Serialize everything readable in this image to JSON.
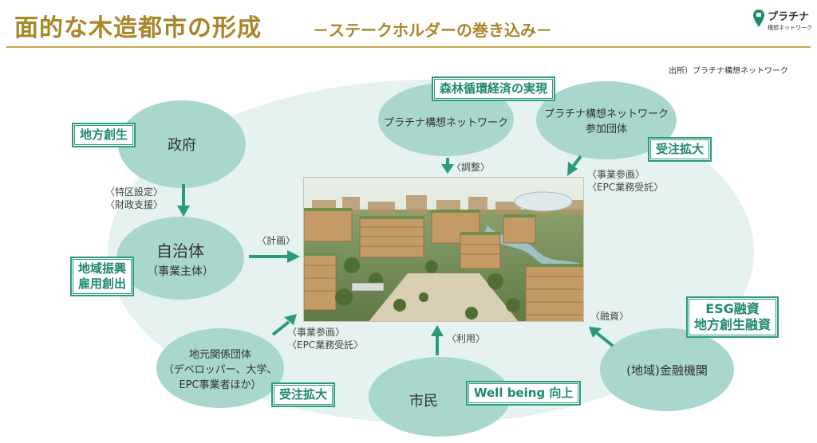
{
  "header": {
    "title": "面的な木造都市の形成",
    "subtitle": "－ステークホルダーの巻き込み－"
  },
  "logo": {
    "name": "プラチナ",
    "sub": "構想ネットワーク"
  },
  "source": "出所）プラチナ構想ネットワーク",
  "nodes": {
    "government": "政府",
    "municipality": "自治体",
    "municipality_sub": "（事業主体）",
    "platinum_network": "プラチナ構想ネットワーク",
    "member_orgs_line1": "プラチナ構想ネットワーク",
    "member_orgs_line2": "参加団体",
    "local_orgs_line1": "地元関係団体",
    "local_orgs_line2": "（デベロッパー、大学、",
    "local_orgs_line3": "EPC事業者ほか）",
    "citizens": "市民",
    "finance": "(地域)金融機関"
  },
  "tags": {
    "forest_economy": "森林循環経済の実現",
    "regional_revitalization": "地方創生",
    "regional_promotion_line1": "地域振興",
    "regional_promotion_line2": "雇用創出",
    "order_expansion_top": "受注拡大",
    "order_expansion_bottom": "受注拡大",
    "well_being": "Well being 向上",
    "esg_line1": "ESG融資",
    "esg_line2": "地方創生融資"
  },
  "labels": {
    "special_zone": "〈特区設定〉",
    "financial_support": "〈財政支援〉",
    "planning": "〈計画〉",
    "coordination": "〈調整〉",
    "project_top_line1": "〈事業参画〉",
    "project_top_line2": "〈EPC業務受託〉",
    "project_bottom_line1": "〈事業参画〉",
    "project_bottom_line2": "〈EPC業務受託〉",
    "usage": "〈利用〉",
    "financing": "〈融資〉"
  },
  "colors": {
    "title": "#a8862a",
    "node_fill": "#a9d6cd",
    "background_ellipse": "#e6f2ef",
    "tag_border": "#2a9a7e",
    "arrow": "#2a9a7e"
  }
}
